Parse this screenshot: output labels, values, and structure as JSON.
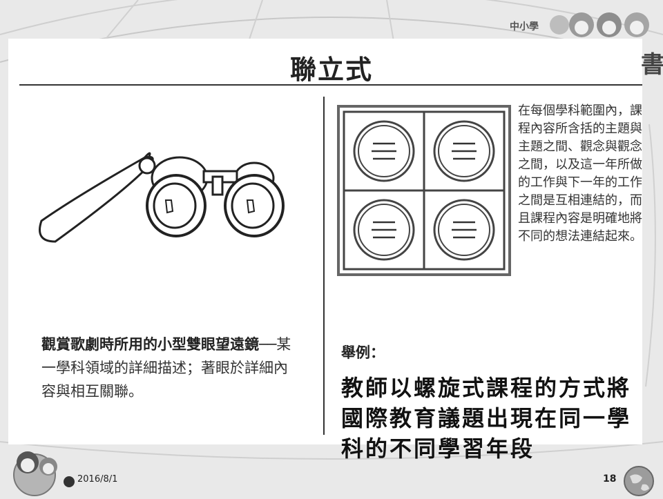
{
  "slide": {
    "title": "聯立式",
    "brand_text": "中小學",
    "brand_text2": "書",
    "date": "2016/8/1",
    "page_number": "18"
  },
  "left": {
    "caption_bold": "觀賞歌劇時所用的小型雙眼望遠鏡",
    "caption_rest": "──某一學科領域的詳細描述；著眼於詳細內容與相互關聯。"
  },
  "right": {
    "description": "在每個學科範圍內，課程內容所含括的主題與主題之間、觀念與觀念之間，以及這一年所做的工作與下一年的工作之間是互相連結的，而且課程內容是明確地將不同的想法連結起來。",
    "example_label": "舉例：",
    "example_text": "教師以螺旋式課程的方式將國際教育議題出現在同一學科的不同學習年段"
  },
  "colors": {
    "panel": "#ffffff",
    "background": "#e9e9e9",
    "ink": "#222222"
  }
}
